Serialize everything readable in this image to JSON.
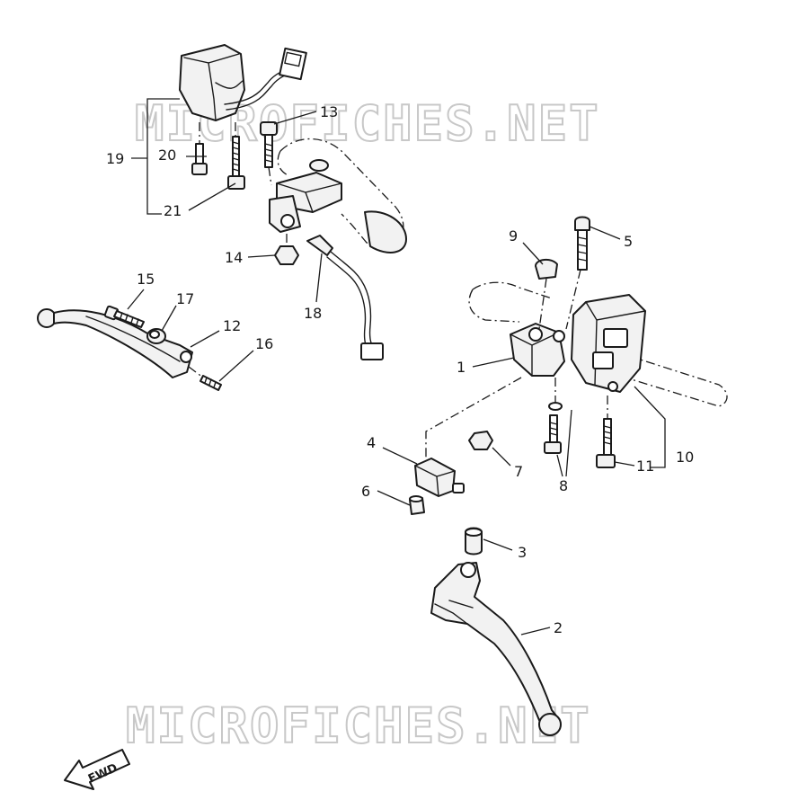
{
  "watermarks": [
    "MICROFICHES.NET",
    "MICROFICHES.NET"
  ],
  "direction_label": "FWD",
  "callouts": [
    {
      "id": "1",
      "label": "1"
    },
    {
      "id": "2",
      "label": "2"
    },
    {
      "id": "3",
      "label": "3"
    },
    {
      "id": "4",
      "label": "4"
    },
    {
      "id": "5",
      "label": "5"
    },
    {
      "id": "6",
      "label": "6"
    },
    {
      "id": "7",
      "label": "7"
    },
    {
      "id": "8",
      "label": "8"
    },
    {
      "id": "9",
      "label": "9"
    },
    {
      "id": "10",
      "label": "10"
    },
    {
      "id": "11",
      "label": "11"
    },
    {
      "id": "12",
      "label": "12"
    },
    {
      "id": "13",
      "label": "13"
    },
    {
      "id": "14",
      "label": "14"
    },
    {
      "id": "15",
      "label": "15"
    },
    {
      "id": "16",
      "label": "16"
    },
    {
      "id": "17",
      "label": "17"
    },
    {
      "id": "18",
      "label": "18"
    },
    {
      "id": "19",
      "label": "19"
    },
    {
      "id": "20",
      "label": "20"
    },
    {
      "id": "21",
      "label": "21"
    }
  ]
}
